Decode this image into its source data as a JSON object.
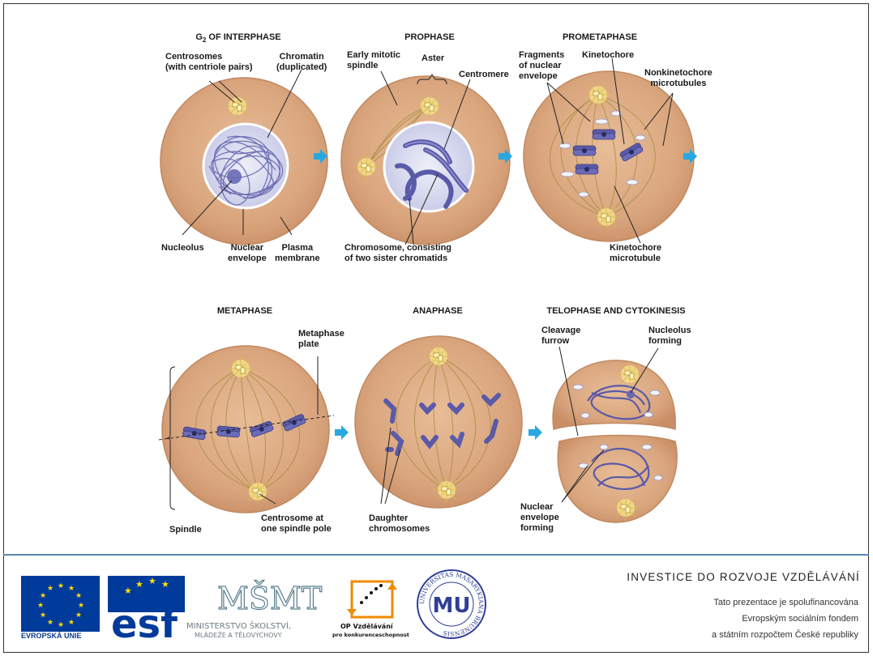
{
  "panels": {
    "g2": {
      "title": "G₂ OF INTERPHASE",
      "labels": {
        "centrosomes": "Centrosomes\n(with centriole pairs)",
        "chromatin": "Chromatin\n(duplicated)",
        "nucleolus": "Nucleolus",
        "nuclear_envelope": "Nuclear\nenvelope",
        "plasma_membrane": "Plasma\nmembrane"
      }
    },
    "prophase": {
      "title": "PROPHASE",
      "labels": {
        "early_spindle": "Early mitotic\nspindle",
        "aster": "Aster",
        "centromere": "Centromere",
        "chromosome": "Chromosome, consisting\nof two sister chromatids"
      }
    },
    "prometaphase": {
      "title": "PROMETAPHASE",
      "labels": {
        "fragments": "Fragments\nof nuclear\nenvelope",
        "kinetochore": "Kinetochore",
        "nonkinetochore": "Nonkinetochore\nmicrotubules",
        "kinetochore_mt": "Kinetochore\nmicrotubule"
      }
    },
    "metaphase": {
      "title": "METAPHASE",
      "labels": {
        "metaphase_plate": "Metaphase\nplate",
        "spindle": "Spindle",
        "centrosome_pole": "Centrosome at\none spindle pole"
      }
    },
    "anaphase": {
      "title": "ANAPHASE",
      "labels": {
        "daughter": "Daughter\nchromosomes"
      }
    },
    "telophase": {
      "title": "TELOPHASE AND CYTOKINESIS",
      "labels": {
        "cleavage": "Cleavage\nfurrow",
        "nucleolus_forming": "Nucleolus\nforming",
        "envelope_forming": "Nuclear\nenvelope\nforming"
      }
    }
  },
  "footer": {
    "eu_label": "EVROPSKÁ UNIE",
    "esf_label": "esf",
    "msmt_letters": "MŠMT",
    "msmt_line1": "MINISTERSTVO ŠKOLSTVÍ,",
    "msmt_line2": "MLÁDEŽE A TĚLOVÝCHOVY",
    "op_line1": "OP Vzdělávání",
    "op_line2": "pro konkurenceschopnost",
    "muni_text": "UNIVERSITAS MASARYKIANA BRUNENSIS",
    "muni_mark": "MU",
    "investice": "INVESTICE DO ROZVOJE VZDĚLÁVÁNÍ",
    "line1": "Tato prezentace je spolufinancována",
    "line2": "Evropským sociálním fondem",
    "line3": "a státním rozpočtem České republiky"
  },
  "colors": {
    "cell_fill": "#d9a57d",
    "cell_edge": "#c18a62",
    "nucleus_fill": "#d5d6ee",
    "chromosome": "#5a5aa8",
    "spindle": "#a08a3a",
    "arrow": "#29a8e0",
    "eu_blue": "#003b9b",
    "eu_star": "#ffdd00"
  }
}
